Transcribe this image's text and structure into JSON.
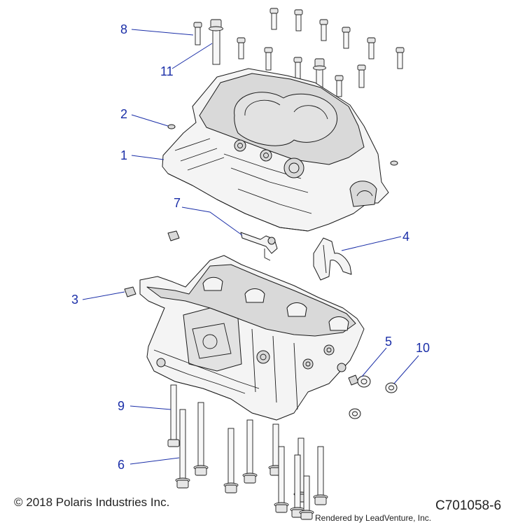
{
  "callouts": [
    {
      "id": "8",
      "part": "bolt-upper-short"
    },
    {
      "id": "11",
      "part": "bolt-upper-flange"
    },
    {
      "id": "2",
      "part": "dowel-pin"
    },
    {
      "id": "1",
      "part": "crankcase-upper"
    },
    {
      "id": "7",
      "part": "oil-jet-bracket"
    },
    {
      "id": "4",
      "part": "bearing-shell-cover"
    },
    {
      "id": "3",
      "part": "plug"
    },
    {
      "id": "5",
      "part": "drain-plug"
    },
    {
      "id": "10",
      "part": "sealing-washer"
    },
    {
      "id": "9",
      "part": "bolt-lower-long"
    },
    {
      "id": "6",
      "part": "bolt-lower-flange"
    }
  ],
  "footer": {
    "copyright": "© 2018 Polaris Industries Inc.",
    "rendered_by": "Rendered by LeadVenture, Inc.",
    "drawing_id": "C701058-6"
  },
  "colors": {
    "callout": "#1b2fa8",
    "line": "#1a1a1a",
    "part_fill": "#f4f4f4"
  }
}
